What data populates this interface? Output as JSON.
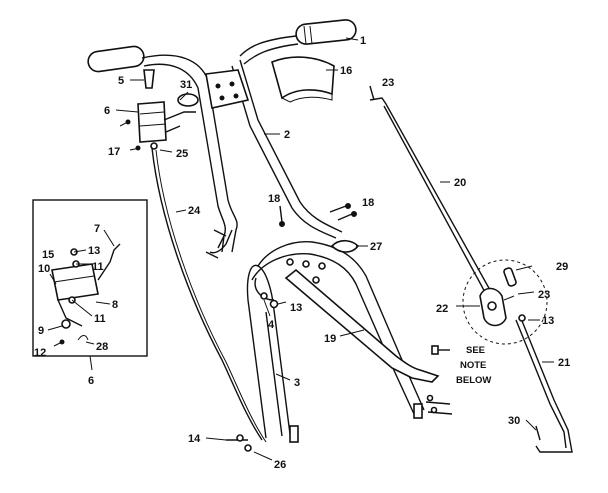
{
  "callouts": {
    "c1": "1",
    "c2": "2",
    "c3": "3",
    "c4": "4",
    "c5": "5",
    "c6": "6",
    "c6b": "6",
    "c7": "7",
    "c8": "8",
    "c9": "9",
    "c10": "10",
    "c11a": "11",
    "c11b": "11",
    "c12": "12",
    "c13a": "13",
    "c13b": "13",
    "c13c": "13",
    "c14": "14",
    "c15": "15",
    "c16": "16",
    "c17": "17",
    "c18a": "18",
    "c18b": "18",
    "c19": "19",
    "c20": "20",
    "c21": "21",
    "c22": "22",
    "c23a": "23",
    "c23b": "23",
    "c24": "24",
    "c25": "25",
    "c26": "26",
    "c27": "27",
    "c28": "28",
    "c29": "29",
    "c30": "30",
    "c31": "31"
  },
  "note": {
    "line1": "SEE",
    "line2": "NOTE",
    "line3": "BELOW"
  },
  "colors": {
    "ink": "#111111",
    "paper": "#ffffff"
  }
}
